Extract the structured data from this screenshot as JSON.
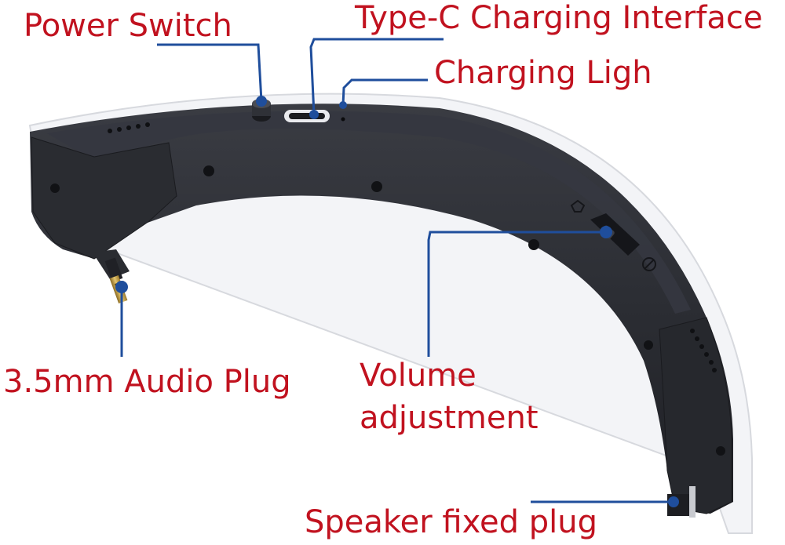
{
  "labels": {
    "power_switch": "Power Switch",
    "typec": "Type-C Charging Interface",
    "charging_light": "Charging Ligh",
    "audio_plug": "3.5mm Audio Plug",
    "volume_line1": "Volume",
    "volume_line2": "adjustment",
    "speaker_plug": "Speaker fixed plug"
  },
  "colors": {
    "label_text": "#c1121f",
    "leader_line": "#1f4e9c",
    "device_body": "#2b2d33",
    "device_shell": "#f3f4f7",
    "brass_plug": "#c9a54a"
  }
}
